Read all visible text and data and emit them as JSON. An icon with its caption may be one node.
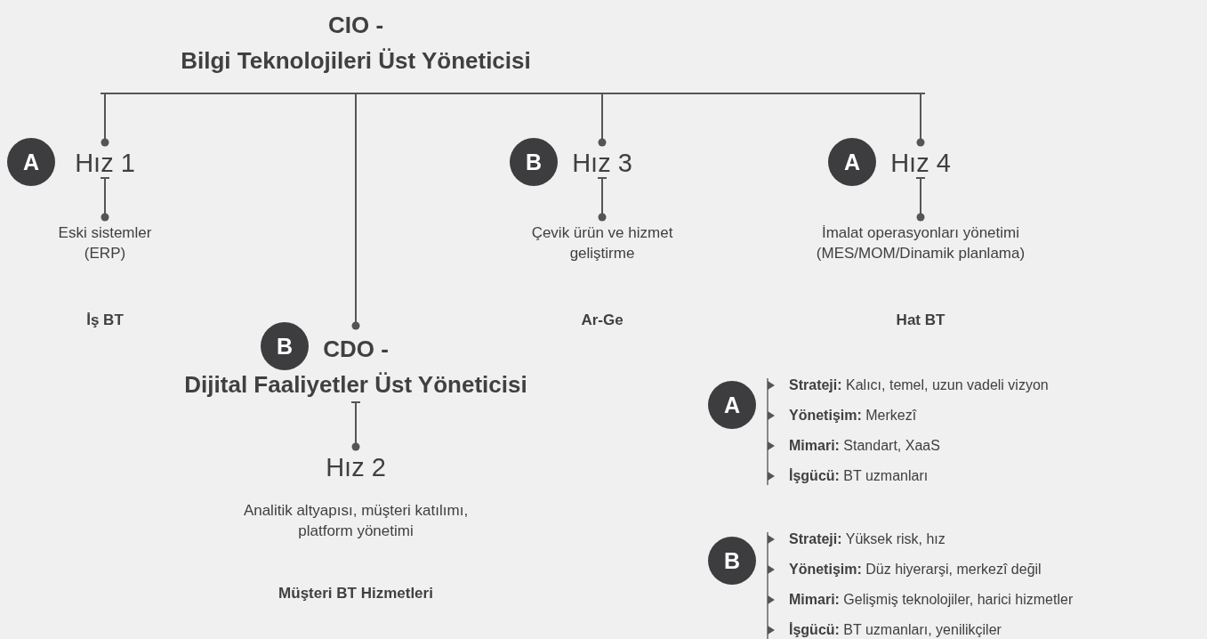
{
  "diagram": {
    "nodes": [
      {
        "text": [
          "CIO - Bilgi Teknolojileri Üst Yöneticisi"
        ]
      },
      {
        "text": [
          "A"
        ]
      },
      {
        "text": [
          "Hız 1"
        ]
      },
      {
        "text": [
          "Eski sistemler (ERP)"
        ],
        "beside": [
          "İş BT"
        ]
      },
      {
        "text": [
          "B"
        ]
      },
      {
        "text": [
          "Hız 3"
        ]
      },
      {
        "text": [
          "Çevik ürün ve hizmet geliştirme"
        ],
        "beside": [
          "Ar-Ge"
        ]
      },
      {
        "text": [
          "A"
        ]
      },
      {
        "text": [
          "Hız 4"
        ]
      },
      {
        "text": [
          "İmalat operasyonları yönetimi (MES/MOM/Dinamik planlama)"
        ],
        "beside": [
          "Hat BT"
        ]
      },
      {
        "text": [
          "B"
        ]
      },
      {
        "text": [
          "CDO - Dijital Faaliyetler Üst Yöneticisi"
        ]
      },
      {
        "text": [
          "Hız 2"
        ]
      },
      {
        "text": [
          "Analitik altyapısı, müşteri katılımı, platform yönetimi"
        ],
        "beside": [
          "Müşteri BT Hizmetleri"
        ]
      },
      {
        "text": [
          "A"
        ]
      },
      {
        "text": [
          "B"
        ]
      }
    ],
    "edges": [
      {
        "from": 0,
        "to": 2,
        "arrow": "other"
      },
      {
        "from": 0,
        "to": 11,
        "arrow": "other"
      },
      {
        "from": 0,
        "to": 5,
        "arrow": "other"
      },
      {
        "from": 0,
        "to": 8,
        "arrow": "other"
      },
      {
        "from": 2,
        "to": 3,
        "arrow": "other"
      },
      {
        "from": 5,
        "to": 6,
        "arrow": "other"
      },
      {
        "from": 8,
        "to": 9,
        "arrow": "other"
      },
      {
        "from": 11,
        "to": 12,
        "arrow": "other"
      }
    ],
    "labels": [
      "**Strateji:** Kalıcı, temel, uzun vadeli vizyon",
      "**Yönetişim:** Merkezî",
      "**Mimari:** Standart, XaaS",
      "**İşgücü:** BT uzmanları",
      "**Strateji:** Yüksek risk, hız",
      "**Yönetişim:** Düz hiyerarşi, merkezî değil",
      "**Mimari:** Gelişmiş teknolojiler, harici hizmetler",
      "**İşgücü:** BT uzmanları, yenilikçiler"
    ]
  }
}
